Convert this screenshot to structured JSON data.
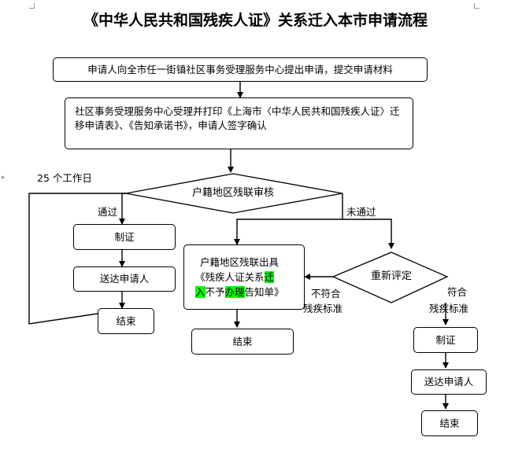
{
  "title": "《中华人民共和国残疾人证》关系迁入本市申请流程",
  "colors": {
    "highlight": "#00ff00",
    "line": "#000000"
  },
  "steps": {
    "apply": "申请人向全市任一街镇社区事务受理服务中心提出申请，提交申请材料",
    "accept": "社区事务受理服务中心受理并打印《上海市〈中华人民共和国残疾人证〉迁移申请表》、《告知承诺书》，申请人签字确认",
    "review": "户籍地区残联审核",
    "issue1": "制证",
    "deliver1": "送达申请人",
    "end1": "结束",
    "notice_parts": [
      "户籍地区残联出具",
      "《残疾人证关系",
      "迁",
      "入",
      "不予",
      "办理",
      "告知单》"
    ],
    "end2": "结束",
    "reassess": "重新评定",
    "issue2": "制证",
    "deliver2": "送达申请人",
    "end3": "结束"
  },
  "labels": {
    "days": "25 个工作日",
    "pass": "通过",
    "fail": "未通过",
    "notmeet": [
      "不符合",
      "残疾标准"
    ],
    "meet": [
      "符合",
      "残疾标准"
    ]
  }
}
